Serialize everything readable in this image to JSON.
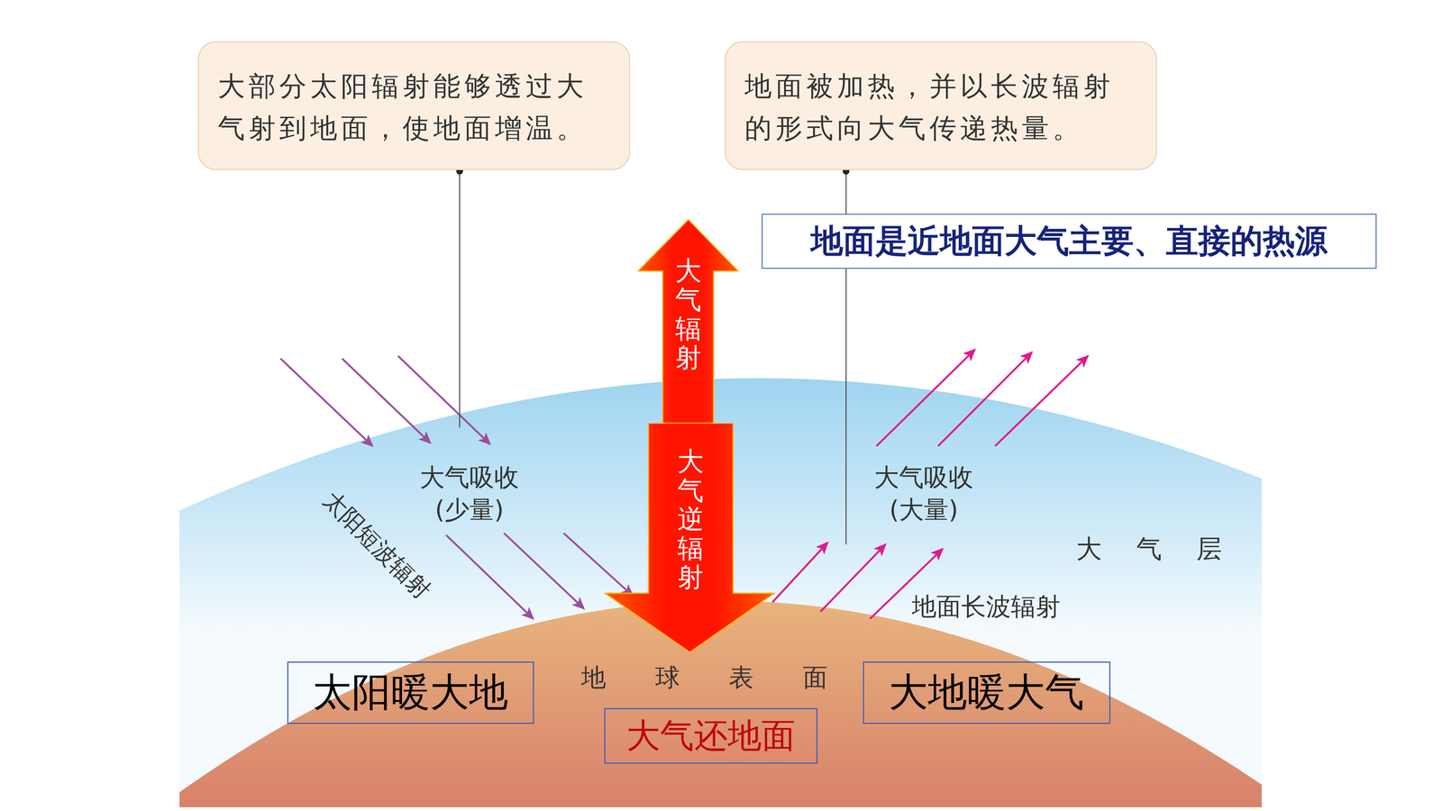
{
  "diagram": {
    "nodes": [
      {
        "text": [
          "大部分太阳辐射能够透过大气射到地面，使地面增温。"
        ]
      },
      {
        "text": [
          "地面被加热，并以长波辐射的形式向大气传递热量。"
        ]
      },
      {
        "text": [
          "地面是近地面大气主要、直接的热源"
        ]
      },
      {
        "text": [
          "大气辐射"
        ]
      },
      {
        "text": [
          "大气逆辐射"
        ]
      },
      {
        "text": [
          "太阳暖大地"
        ]
      },
      {
        "text": [
          "大地暖大气"
        ]
      },
      {
        "text": [
          "大气还地面"
        ]
      }
    ],
    "labels": [
      "大气吸收 (少量)",
      "太阳短波辐射",
      "大气吸收 (大量)",
      "大 气 层",
      "地面长波辐射",
      "地 球 表 面"
    ]
  }
}
